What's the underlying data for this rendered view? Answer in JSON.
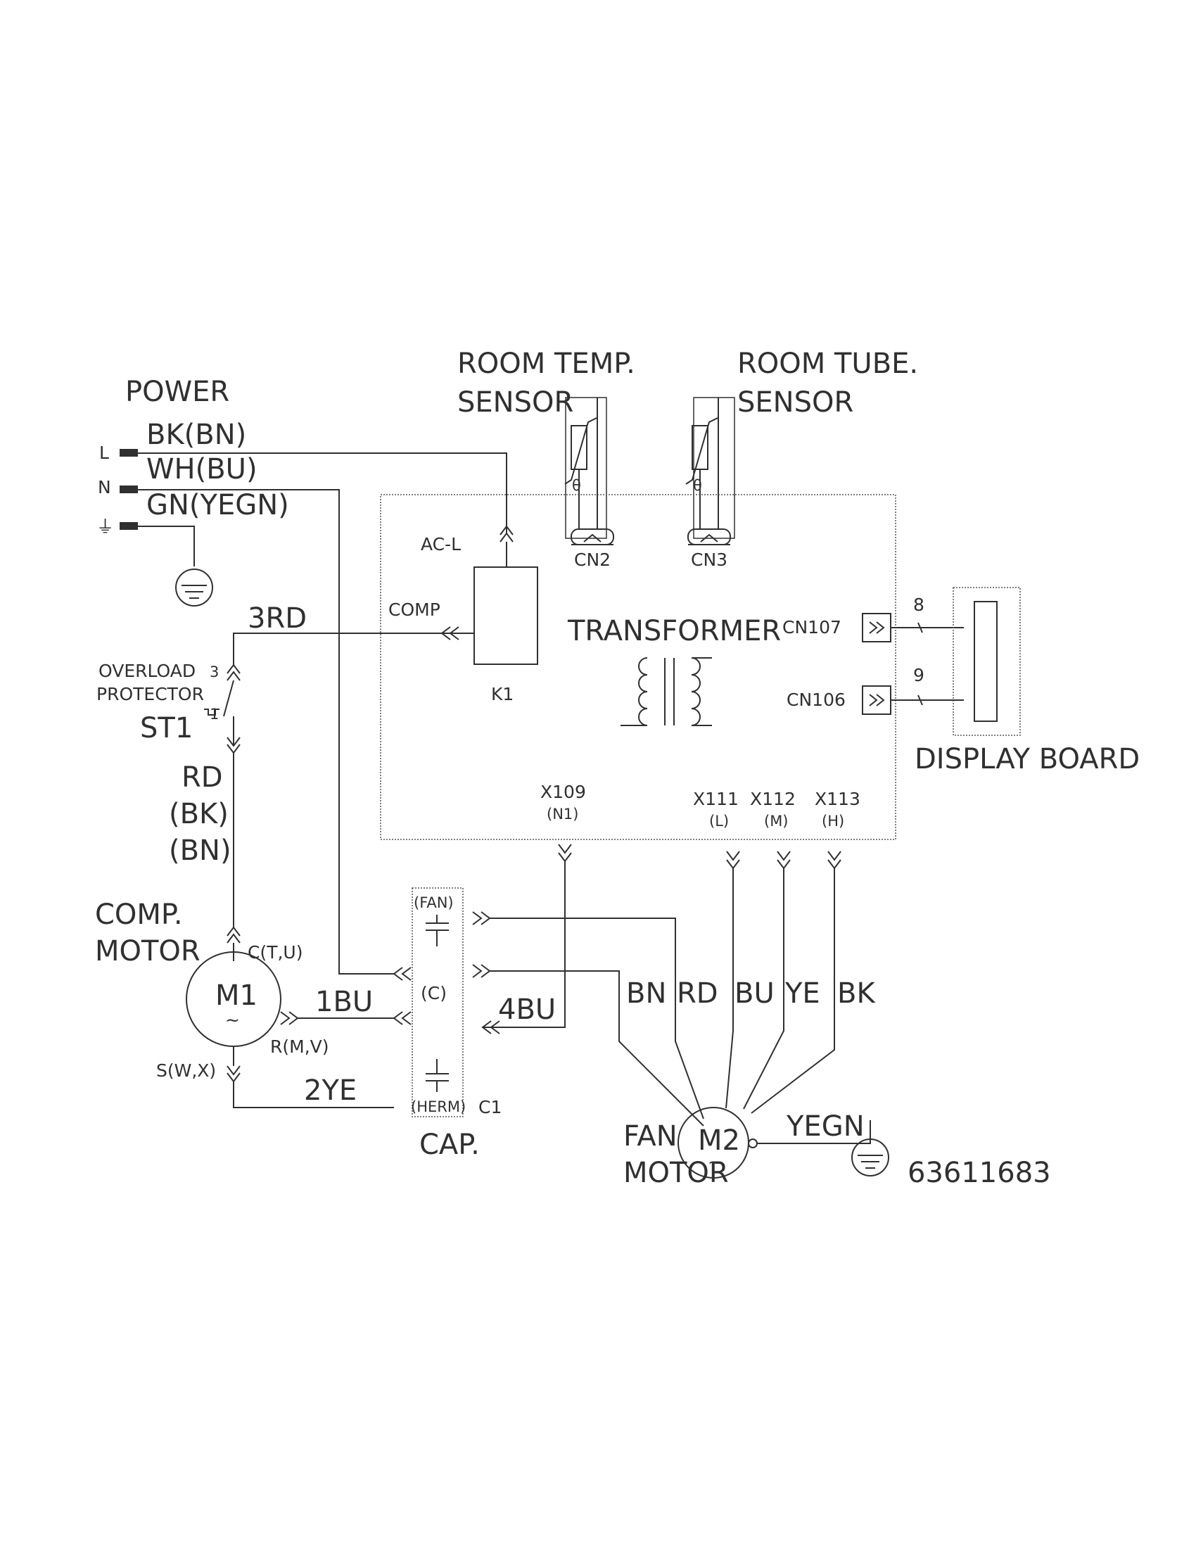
{
  "power": {
    "title": "POWER",
    "line_labels": [
      "L",
      "N",
      "⏚"
    ],
    "wires": [
      "BK(BN)",
      "WH(BU)",
      "GN(YEGN)"
    ]
  },
  "sensors": {
    "temp": {
      "line1": "ROOM TEMP.",
      "line2": "SENSOR",
      "connector": "CN2"
    },
    "tube": {
      "line1": "ROOM TUBE.",
      "line2": "SENSOR",
      "connector": "CN3"
    }
  },
  "board": {
    "ac_l": "AC-L",
    "comp": "COMP",
    "relay": "K1",
    "transformer": "TRANSFORMER",
    "cn107": "CN107",
    "cn106": "CN106",
    "wire_count_top": "8",
    "wire_count_bottom": "9",
    "terminals": [
      {
        "id": "X109",
        "sub": "(N1)"
      },
      {
        "id": "X111",
        "sub": "(L)"
      },
      {
        "id": "X112",
        "sub": "(M)"
      },
      {
        "id": "X113",
        "sub": "(H)"
      }
    ]
  },
  "display_board": "DISPLAY BOARD",
  "overload": {
    "line1": "OVERLOAD",
    "line2": "PROTECTOR",
    "id": "ST1",
    "pin_top": "3",
    "pin_bottom": "1",
    "wire": "3RD"
  },
  "compressor": {
    "supply_wire": [
      "RD",
      "(BK)",
      "(BN)"
    ],
    "title1": "COMP.",
    "title2": "MOTOR",
    "symbol": "M1",
    "pin_c": "C(T,U)",
    "pin_r": "R(M,V)",
    "pin_s": "S(W,X)",
    "wire_r": "1BU",
    "wire_s": "2YE"
  },
  "capacitor": {
    "fan": "(FAN)",
    "common": "(C)",
    "herm": "(HERM)",
    "id": "C1",
    "label": "CAP.",
    "wire_c": "4BU"
  },
  "fan_motor": {
    "symbol": "M2",
    "title1": "FAN",
    "title2": "MOTOR",
    "leads": [
      "BN",
      "RD",
      "BU",
      "YE",
      "BK"
    ],
    "ground_wire": "YEGN"
  },
  "part_number": "63611683"
}
